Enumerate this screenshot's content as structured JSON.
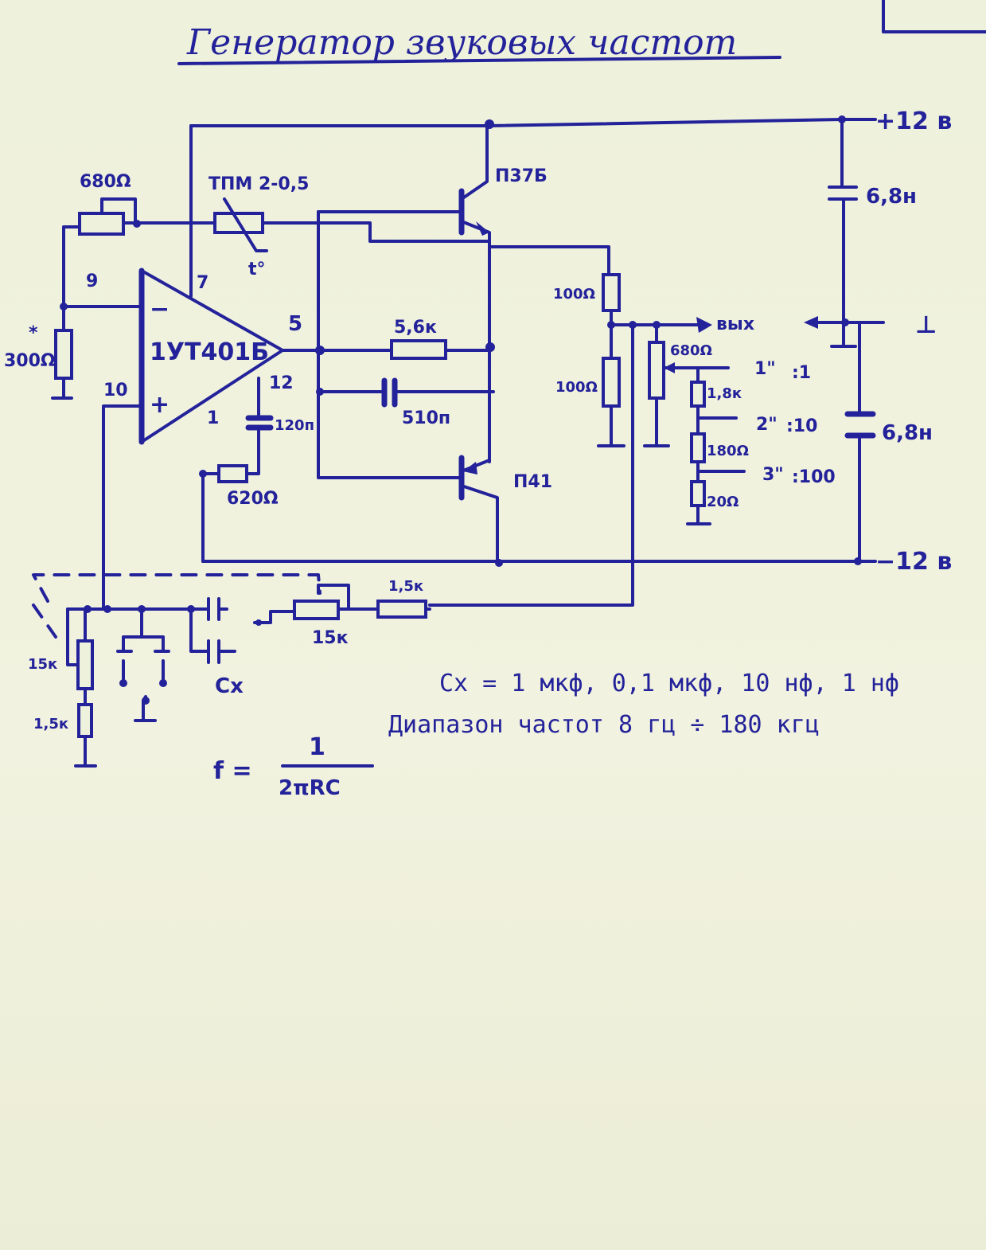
{
  "title": "Генератор звуковых частот",
  "power": {
    "plus": "+12 в",
    "minus": "−12 в",
    "ground": "⊥",
    "output": "вых"
  },
  "opamp": {
    "name": "1УТ401Б",
    "pin_inv": "9",
    "pin_noninv": "10",
    "pin_supply": "7",
    "pin_out": "5",
    "pin_12": "12",
    "pin_1": "1",
    "minus_sign": "−",
    "plus_sign": "+"
  },
  "transistors": {
    "upper": "П37Б",
    "lower": "П41"
  },
  "components": {
    "r_680_top": "680Ω",
    "thermistor": "ТПМ 2-0,5",
    "thermistor_temp": "t°",
    "r_300": "300Ω",
    "r_300_mark": "*",
    "r_5_6k": "5,6к",
    "c_510": "510п",
    "c_120": "120п",
    "r_620": "620Ω",
    "r_100_upper": "100Ω",
    "r_100_lower": "100Ω",
    "pot_680": "680Ω",
    "r_1_8k": "1,8к",
    "r_180": "180Ω",
    "r_20": "20Ω",
    "c_6_8_upper": "6,8н",
    "c_6_8_lower": "6,8н",
    "pot_15k_left": "15к",
    "r_1_5k_left": "1,5к",
    "pot_15k_mid": "15к",
    "r_1_5k_mid": "1,5к",
    "cx": "Cx"
  },
  "attenuator": [
    {
      "pos": "1\"",
      "ratio": ":1"
    },
    {
      "pos": "2\"",
      "ratio": ":10"
    },
    {
      "pos": "3\"",
      "ratio": ":100"
    }
  ],
  "notes": {
    "cx_values": "Cx = 1 мкф, 0,1 мкф, 10 нф, 1 нф",
    "range": "Диапазон частот  8 гц ÷ 180 кгц",
    "formula_lhs": "f =",
    "formula_num": "1",
    "formula_den": "2πRC"
  }
}
